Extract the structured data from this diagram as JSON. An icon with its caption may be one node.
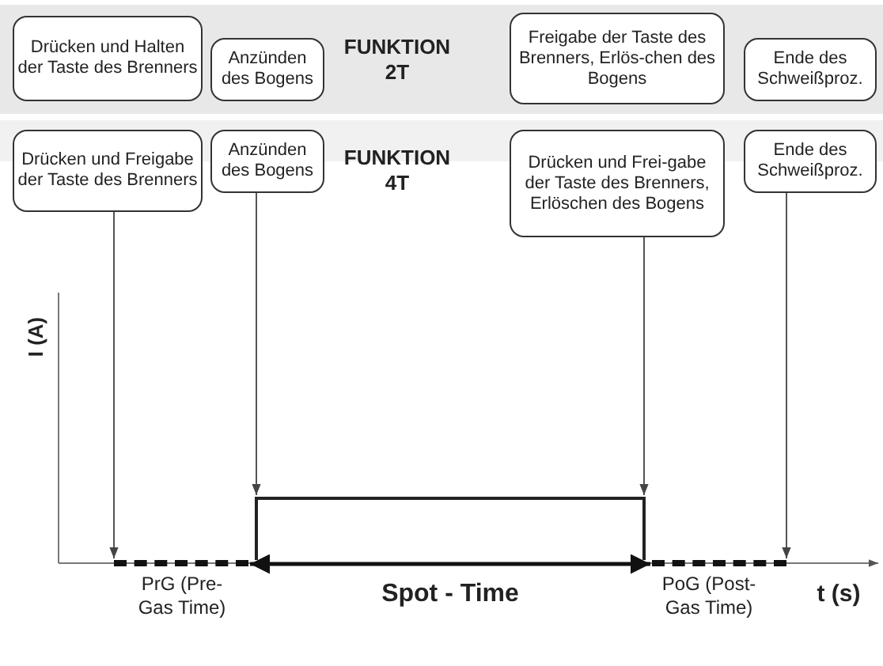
{
  "diagram": {
    "nodes": [
      {
        "text": [
          "Drücken und Halten der Taste des Brenners"
        ]
      },
      {
        "text": [
          "Anzünden des Bogens"
        ]
      },
      {
        "text": [
          "Freigabe der Taste des Brenners, Erlös-chen des Bogens"
        ]
      },
      {
        "text": [
          "Ende des Schweißproz."
        ]
      },
      {
        "text": [
          "Drücken und Freigabe der Taste des Brenners"
        ]
      },
      {
        "text": [
          "Anzünden des Bogens"
        ]
      },
      {
        "text": [
          "Drücken und Frei-gabe der Taste des Brenners, Erlöschen des Bogens"
        ]
      },
      {
        "text": [
          "Ende des Schweißproz."
        ]
      },
      {
        "text": [],
        "shape": "box"
      },
      {
        "text": [],
        "shape": "bar"
      },
      {
        "text": [],
        "shape": "bar"
      }
    ],
    "edges": [
      {
        "from": 4,
        "to": 9,
        "arrow": "to"
      },
      {
        "from": 5,
        "to": 8,
        "arrow": "to"
      },
      {
        "from": 6,
        "to": 8,
        "arrow": "to"
      },
      {
        "from": 7,
        "to": 10,
        "arrow": "to"
      },
      {
        "from": 9,
        "to": 10,
        "arrow": "both",
        "label": "Spot - Time",
        "style": "thick",
        "color": "#111111"
      }
    ],
    "labels": [
      "FUNKTION 2T",
      "FUNKTION 4T",
      "I (A)",
      "PrG (Pre-Gas Time)",
      "PoG (Post-Gas Time)",
      "t (s)"
    ]
  }
}
